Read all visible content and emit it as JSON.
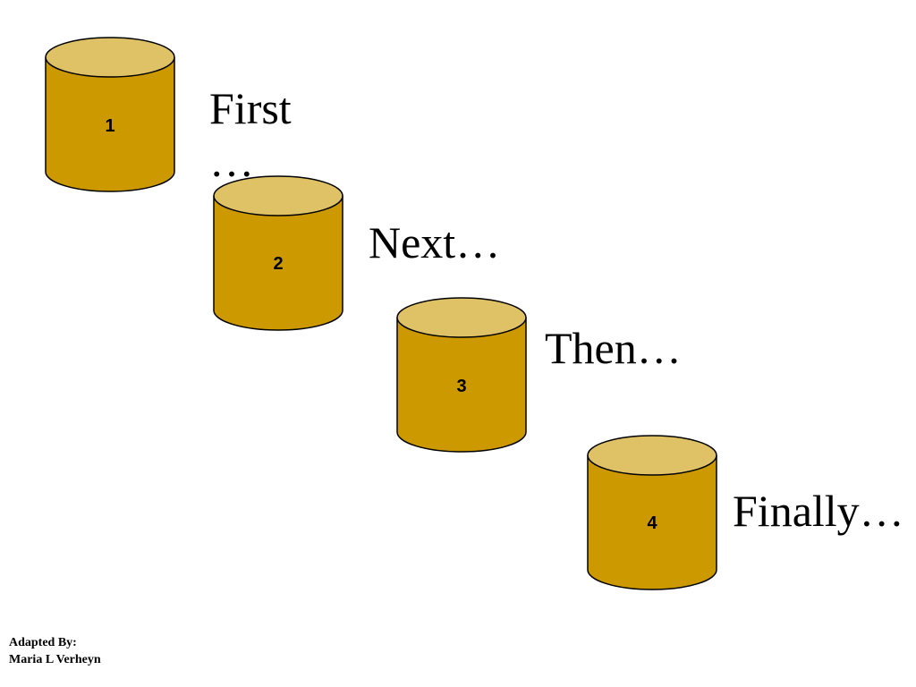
{
  "steps": [
    {
      "number": "1",
      "label": "First …"
    },
    {
      "number": "2",
      "label": "Next…"
    },
    {
      "number": "3",
      "label": "Then…"
    },
    {
      "number": "4",
      "label": "Finally…"
    }
  ],
  "credit": {
    "line1": "Adapted By:",
    "line2": "Maria L Verheyn"
  },
  "colors": {
    "cylinder_body": "#CC9900",
    "cylinder_top": "#E0C266",
    "outline": "#000000",
    "background": "#FFFFFF"
  }
}
